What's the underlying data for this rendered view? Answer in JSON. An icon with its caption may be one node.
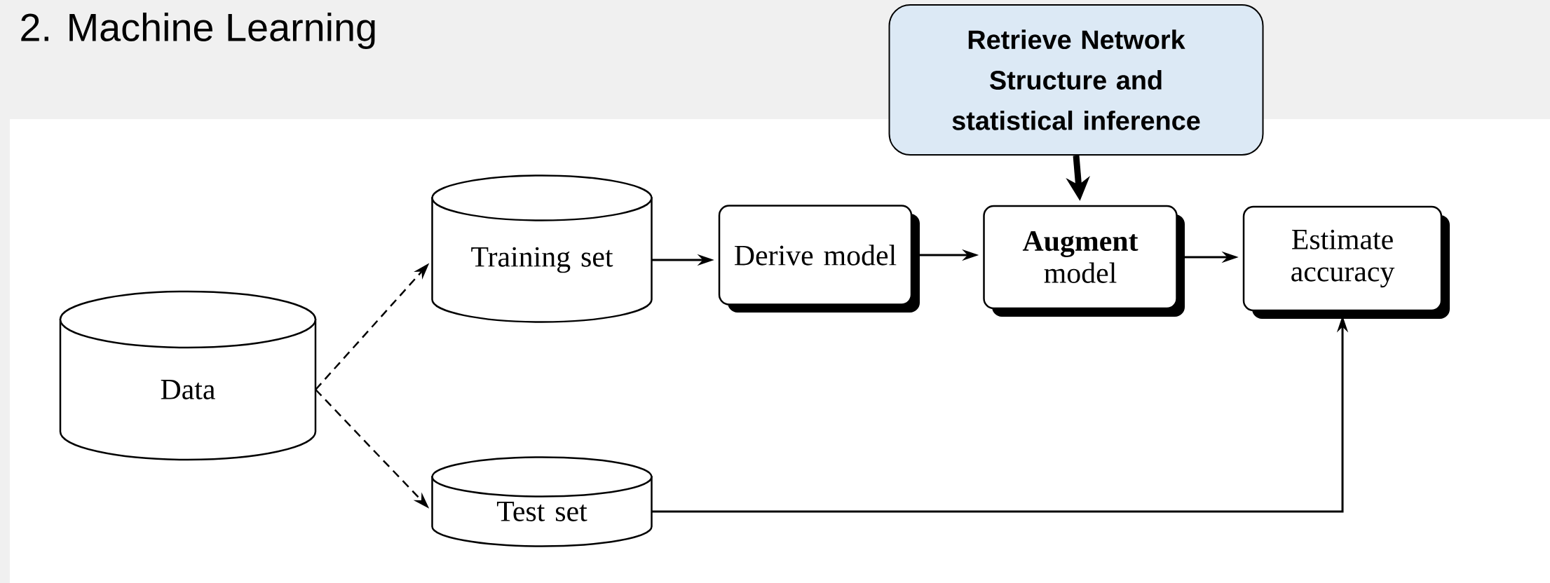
{
  "diagram": {
    "title": "2. Machine Learning",
    "nodes": [
      {
        "text": [
          "Data"
        ]
      },
      {
        "text": [
          "Training set"
        ]
      },
      {
        "text": [
          "Test set"
        ]
      },
      {
        "text": [
          "Derive model"
        ]
      },
      {
        "text": [
          "**Augment** model"
        ]
      },
      {
        "text": [
          "Estimate accuracy"
        ]
      },
      {
        "text": [
          "Retrieve Network Structure and statistical inference"
        ]
      }
    ],
    "edges": [
      {
        "from": 0,
        "to": 1,
        "arrow": "to",
        "style": "dashed"
      },
      {
        "from": 0,
        "to": 2,
        "arrow": "to",
        "style": "dashed"
      },
      {
        "from": 1,
        "to": 3,
        "arrow": "to"
      },
      {
        "from": 3,
        "to": 4,
        "arrow": "to"
      },
      {
        "from": 4,
        "to": 5,
        "arrow": "to"
      },
      {
        "from": 2,
        "to": 5,
        "arrow": "to"
      },
      {
        "from": 6,
        "to": 4,
        "arrow": "to",
        "style": "thick"
      }
    ]
  }
}
